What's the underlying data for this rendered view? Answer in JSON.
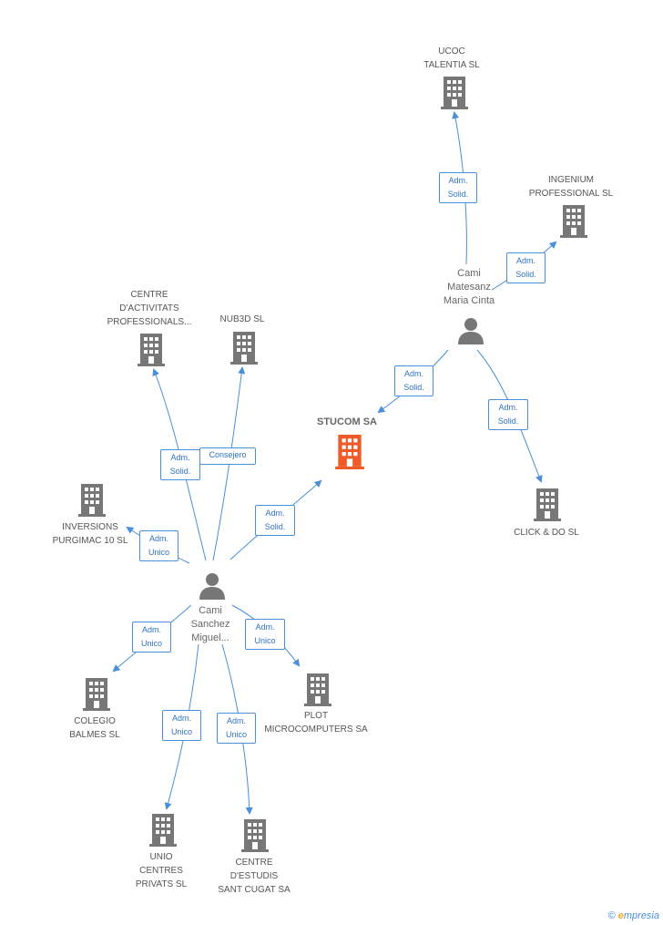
{
  "colors": {
    "edge": "#4a8fd8",
    "building": "#777777",
    "main_building": "#f05a28",
    "person": "#777777"
  },
  "nodes": {
    "stucom": {
      "label": "STUCOM SA",
      "icon": "building-icon"
    },
    "ucoc": {
      "label": "UCOC\nTALENTIA  SL",
      "icon": "building-icon"
    },
    "ingenium": {
      "label": "INGENIUM\nPROFESSIONAL SL",
      "icon": "building-icon"
    },
    "cami_matesanz": {
      "label": "Cami\nMatesanz\nMaria Cinta",
      "icon": "person-icon"
    },
    "click_do": {
      "label": "CLICK & DO SL",
      "icon": "building-icon"
    },
    "centre_activitats": {
      "label": "CENTRE\nD'ACTIVITATS\nPROFESSIONALS...",
      "icon": "building-icon"
    },
    "nub3d": {
      "label": "NUB3D SL",
      "icon": "building-icon"
    },
    "inversions": {
      "label": "INVERSIONS\nPURGIMAC 10 SL",
      "icon": "building-icon"
    },
    "cami_sanchez": {
      "label": "Cami\nSanchez\nMiguel...",
      "icon": "person-icon"
    },
    "colegio": {
      "label": "COLEGIO\nBALMES SL",
      "icon": "building-icon"
    },
    "plot": {
      "label": "PLOT\nMICROCOMPUTERS SA",
      "icon": "building-icon"
    },
    "unio": {
      "label": "UNIO\nCENTRES\nPRIVATS SL",
      "icon": "building-icon"
    },
    "centre_estudis": {
      "label": "CENTRE\nD'ESTUDIS\nSANT CUGAT SA",
      "icon": "building-icon"
    }
  },
  "edges": {
    "e1": "Adm.\nSolid.",
    "e2": "Adm.\nSolid.",
    "e3": "Adm.\nSolid.",
    "e4": "Adm.\nSolid.",
    "e5": "Adm.\nSolid.",
    "e6": "Consejero",
    "e7": "Adm.\nUnico",
    "e8": "Adm.\nSolid.",
    "e9": "Adm.\nUnico",
    "e10": "Adm.\nUnico",
    "e11": "Adm.\nUnico",
    "e12": "Adm.\nUnico"
  },
  "watermark": {
    "symbol": "©",
    "brand_initial": "e",
    "brand_rest": "mpresia"
  }
}
